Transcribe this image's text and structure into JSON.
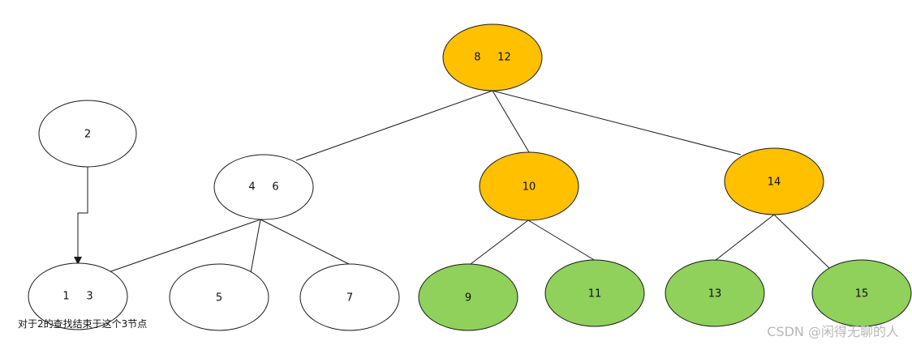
{
  "diagram": {
    "colors": {
      "white_fill": "#ffffff",
      "orange_fill": "#ffc000",
      "green_fill": "#8fd15b",
      "stroke": "#1a1a1a"
    },
    "nodes": {
      "n2": {
        "label": "2",
        "fill": "white"
      },
      "n8_12": {
        "label": "8     12",
        "fill": "orange"
      },
      "n4_6": {
        "label": "4     6",
        "fill": "white"
      },
      "n10": {
        "label": "10",
        "fill": "orange"
      },
      "n14": {
        "label": "14",
        "fill": "orange"
      },
      "n1_3": {
        "label": "1     3",
        "fill": "white"
      },
      "n5": {
        "label": "5",
        "fill": "white"
      },
      "n7": {
        "label": "7",
        "fill": "white"
      },
      "n9": {
        "label": "9",
        "fill": "green"
      },
      "n11": {
        "label": "11",
        "fill": "green"
      },
      "n13": {
        "label": "13",
        "fill": "green"
      },
      "n15": {
        "label": "15",
        "fill": "green"
      }
    },
    "edges": [
      {
        "from": "8 12",
        "to": "4 6"
      },
      {
        "from": "8 12",
        "to": "10"
      },
      {
        "from": "8 12",
        "to": "14"
      },
      {
        "from": "4 6",
        "to": "1 3"
      },
      {
        "from": "4 6",
        "to": "5"
      },
      {
        "from": "4 6",
        "to": "7"
      },
      {
        "from": "10",
        "to": "9"
      },
      {
        "from": "10",
        "to": "11"
      },
      {
        "from": "14",
        "to": "13"
      },
      {
        "from": "14",
        "to": "15"
      }
    ],
    "arrow": {
      "from": "2",
      "to": "1 3"
    },
    "caption": "对于2的查找结束于这个3节点",
    "watermark": "CSDN @闲得无聊的人"
  }
}
